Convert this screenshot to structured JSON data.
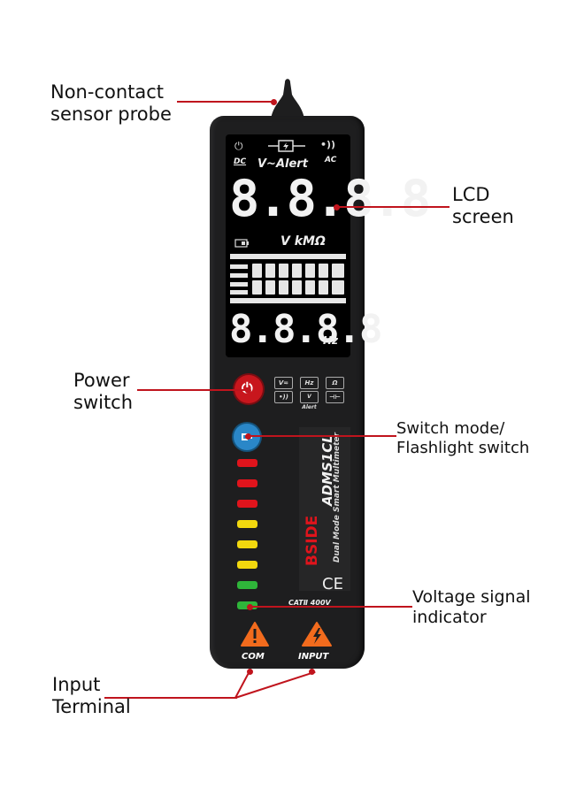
{
  "callouts": {
    "probe": [
      "Non-contact",
      "sensor probe"
    ],
    "lcd": [
      "LCD",
      "screen"
    ],
    "power": [
      "Power",
      "switch"
    ],
    "mode": [
      "Switch mode/",
      "Flashlight switch"
    ],
    "voltage": [
      "Voltage signal",
      "indicator"
    ],
    "terminal": [
      "Input",
      "Terminal"
    ]
  },
  "screen": {
    "dc": "DC",
    "ac": "AC",
    "alert": "V~Alert",
    "main_digits": "8.8.8.8",
    "units": "V kMΩ",
    "freq_digits": "8.8.8.8",
    "freq_unit": "Hz"
  },
  "modes": [
    "V≂",
    "Hz",
    "Ω",
    "•))",
    "V Alert",
    "⊣⊢"
  ],
  "device": {
    "brand": "BSIDE",
    "model": "ADMS1CL",
    "subtitle": "Dual Mode Smart Multimeter",
    "ce": "CE",
    "rating": "CATⅡ 400V",
    "terminals": [
      "COM",
      "INPUT"
    ]
  },
  "leds": [
    "#e0141c",
    "#e0141c",
    "#e0141c",
    "#f2d80e",
    "#f2d80e",
    "#f2d80e",
    "#2fb53a",
    "#2fb53a"
  ],
  "colors": {
    "leader": "#c0141d",
    "power_button": "#c8161d",
    "mode_button": "#2a87c8",
    "warning": "#f26b1d"
  }
}
